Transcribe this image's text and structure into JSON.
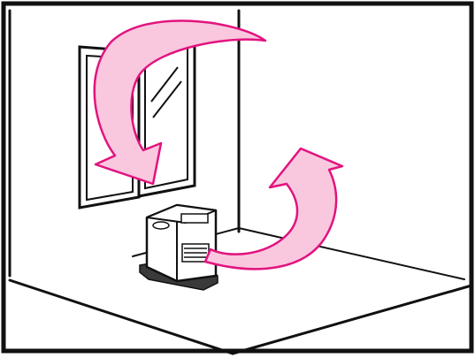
{
  "scene": {
    "subject": "room-air-circulation",
    "colors": {
      "background": "#ffffff",
      "line": "#111111",
      "arrow_fill": "#f9c8de",
      "arrow_stroke": "#e2137f",
      "heater_body": "#ffffff",
      "heater_base": "#3a3a3a"
    },
    "icons": [
      "window-icon",
      "fan-heater-icon",
      "airflow-arrow-down",
      "airflow-arrow-up"
    ]
  }
}
